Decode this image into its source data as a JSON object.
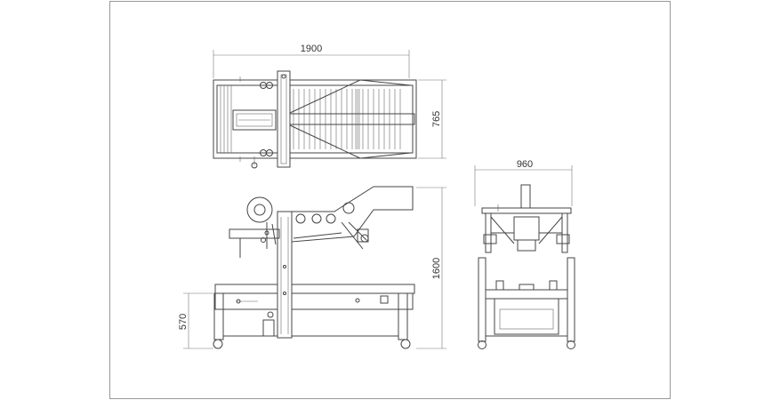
{
  "dimensions": {
    "top_view_width": "1900",
    "top_view_depth": "765",
    "side_view_height": "1600",
    "table_height": "570",
    "front_view_width": "960"
  },
  "colors": {
    "line": "#444444",
    "background": "#ffffff",
    "frame": "#999999"
  }
}
